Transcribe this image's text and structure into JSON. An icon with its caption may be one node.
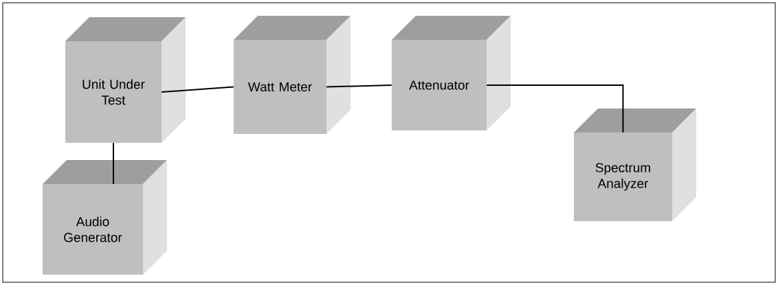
{
  "diagram": {
    "nodes": [
      {
        "text": [
          "Unit Under Test"
        ]
      },
      {
        "text": [
          "Watt Meter"
        ]
      },
      {
        "text": [
          "Attenuator"
        ]
      },
      {
        "text": [
          "Spectrum Analyzer"
        ]
      },
      {
        "text": [
          "Audio Generator"
        ]
      }
    ],
    "edges": [
      {
        "from": 0,
        "to": 1,
        "arrow": "none"
      },
      {
        "from": 1,
        "to": 2,
        "arrow": "none"
      },
      {
        "from": 2,
        "to": 3,
        "arrow": "none"
      },
      {
        "from": 0,
        "to": 4,
        "arrow": "none"
      }
    ]
  }
}
